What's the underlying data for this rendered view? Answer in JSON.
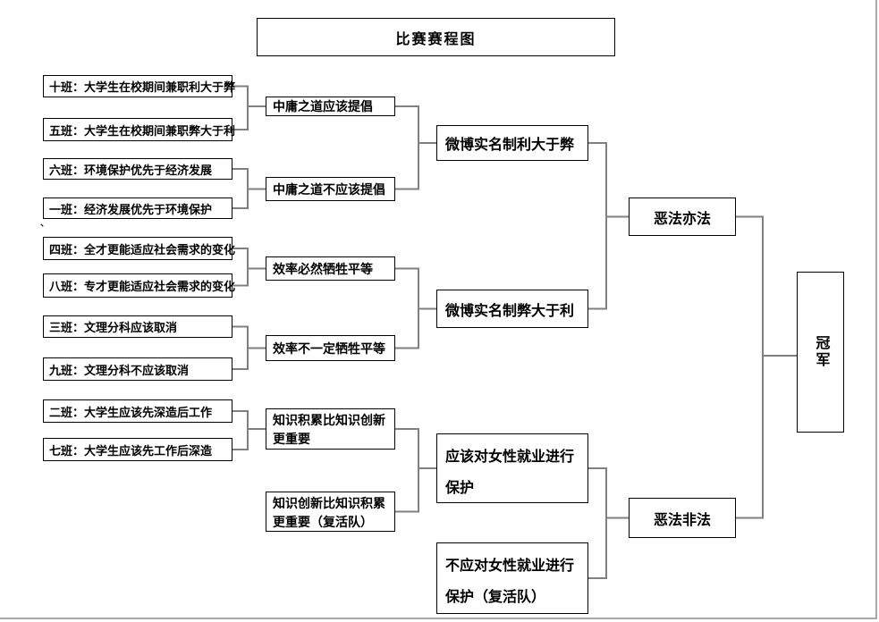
{
  "page": {
    "title": "比赛赛程图",
    "champion": "冠军",
    "stray_mark": "、"
  },
  "bracket": {
    "round1": [
      "十班：大学生在校期间兼职利大于弊",
      "五班：大学生在校期间兼职弊大于利",
      "六班：环境保护优先于经济发展",
      "一班：经济发展优先于环境保护",
      "四班：全才更能适应社会需求的变化",
      "八班：专才更能适应社会需求的变化",
      "三班：文理分科应该取消",
      "九班：文理分科不应该取消",
      "二班：大学生应该先深造后工作",
      "七班：大学生应该先工作后深造"
    ],
    "round2": [
      "中庸之道应该提倡",
      "中庸之道不应该提倡",
      "效率必然牺牲平等",
      "效率不一定牺牲平等",
      "知识积累比知识创新更重要",
      "知识创新比知识积累更重要（复活队）"
    ],
    "round3": [
      "微博实名制利大于弊",
      "微博实名制弊大于利",
      "应该对女性就业进行保护",
      "不应对女性就业进行保护（复活队）"
    ],
    "final": [
      "恶法亦法",
      "恶法非法"
    ]
  },
  "colors": {
    "connector": "#808080",
    "box_border": "#000000",
    "background": "#ffffff",
    "page_edge": "#a7a7ae"
  }
}
